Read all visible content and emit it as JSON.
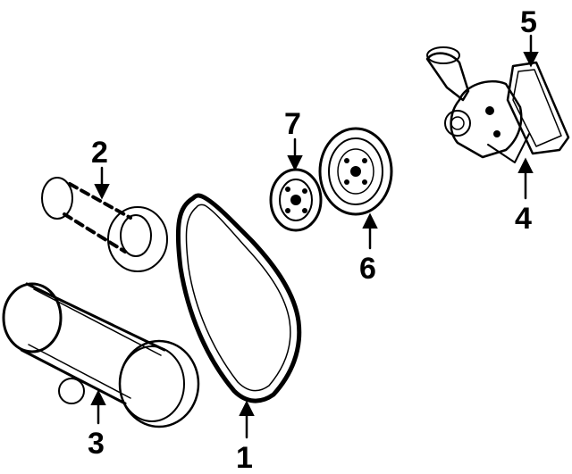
{
  "diagram": {
    "callouts": [
      {
        "id": "1",
        "label": "1"
      },
      {
        "id": "2",
        "label": "2"
      },
      {
        "id": "3",
        "label": "3"
      },
      {
        "id": "4",
        "label": "4"
      },
      {
        "id": "5",
        "label": "5"
      },
      {
        "id": "6",
        "label": "6"
      },
      {
        "id": "7",
        "label": "7"
      }
    ],
    "colors": {
      "ink": "#000000",
      "paper": "#ffffff"
    }
  }
}
